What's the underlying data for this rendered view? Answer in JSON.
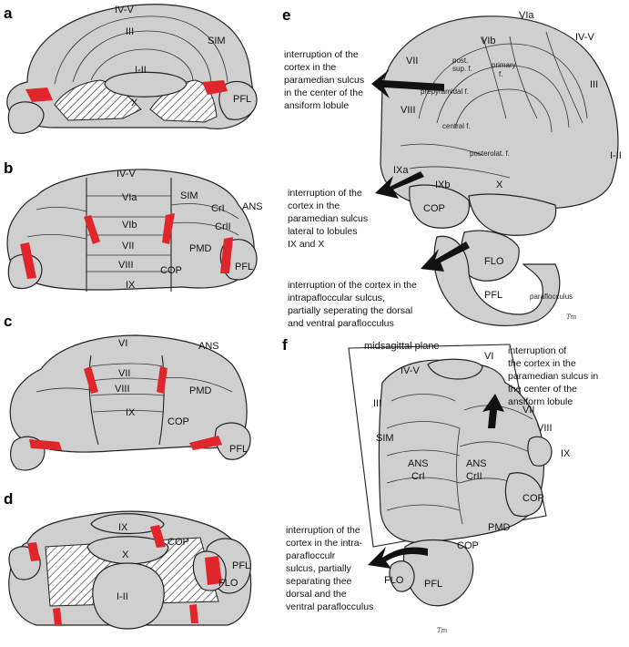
{
  "panels": {
    "a": {
      "letter": "a",
      "labels": {
        "iv_v": "IV-V",
        "iii": "III",
        "sim": "SIM",
        "i_ii": "I-II",
        "x": "X",
        "pfl": "PFL"
      }
    },
    "b": {
      "letter": "b",
      "labels": {
        "iv_v": "IV-V",
        "via": "VIa",
        "sim": "SIM",
        "cri": "CrI",
        "ans": "ANS",
        "vib": "VIb",
        "crii": "CrII",
        "vii": "VII",
        "pmd": "PMD",
        "viii": "VIII",
        "cop": "COP",
        "pfl": "PFL",
        "ix": "IX"
      }
    },
    "c": {
      "letter": "c",
      "labels": {
        "vi": "VI",
        "ans": "ANS",
        "vii": "VII",
        "viii": "VIII",
        "pmd": "PMD",
        "ix": "IX",
        "cop": "COP",
        "pfl": "PFL"
      }
    },
    "d": {
      "letter": "d",
      "labels": {
        "ix": "IX",
        "cop": "COP",
        "x": "X",
        "pfl": "PFL",
        "flo": "FLO",
        "i_ii": "I-II"
      }
    },
    "e": {
      "letter": "e",
      "labels": {
        "vib": "VIb",
        "via": "VIa",
        "iv_v": "IV-V",
        "vii": "VII",
        "post_sup_1": "post.",
        "post_sup_2": "sup. f.",
        "primary_1": "primary",
        "primary_2": "f.",
        "iii": "III",
        "prepyramidal": "prepyramidal f.",
        "viii": "VIII",
        "central": "central f.",
        "i_ii": "I-II",
        "posterolat": "posterolat. f.",
        "ixa": "IXa",
        "ixb": "IXb",
        "x": "X",
        "cop": "COP",
        "flo": "FLO",
        "pfl": "PFL",
        "paraflocculus": "paraflocculus",
        "signature": "Tm"
      },
      "annotations": {
        "top": [
          "interruption of the",
          "cortex in the",
          "paramedian sulcus",
          "in the center of the",
          "ansiform lobule"
        ],
        "middle": [
          "interruption of the",
          "cortex in the",
          "paramedian sulcus",
          "lateral to lobules",
          "IX and X"
        ],
        "bottom": [
          "interruption of the cortex in the",
          "intrapafloccular sulcus,",
          "partially seperating the dorsal",
          "and ventral paraflocculus"
        ]
      }
    },
    "f": {
      "letter": "f",
      "labels": {
        "midsagittal": "midsagittal plane",
        "vi": "VI",
        "iv_v": "IV-V",
        "iii": "III",
        "vii": "VII",
        "viii": "VIII",
        "ix": "IX",
        "sim": "SIM",
        "ans_cri_1": "ANS",
        "ans_cri_2": "CrI",
        "ans_crii_1": "ANS",
        "ans_crii_2": "CrII",
        "cop": "COP",
        "pmd": "PMD",
        "cop2": "COP",
        "flo": "FLO",
        "pfl": "PFL",
        "signature": "Tm"
      },
      "annotations": {
        "top": [
          "interruption of",
          "the cortex in the",
          "paramedian sulcus in",
          "the center of the",
          "ansiform lobule"
        ],
        "bottom": [
          "interruption of the",
          "cortex in the intra-",
          "paraflocculr",
          "sulcus, partially",
          "separating thee",
          "dorsal and the",
          "ventral paraflocculus"
        ]
      }
    }
  },
  "colors": {
    "tissue": "#cfcfcf",
    "highlight_red": "#e0262b",
    "outline": "#222222"
  }
}
